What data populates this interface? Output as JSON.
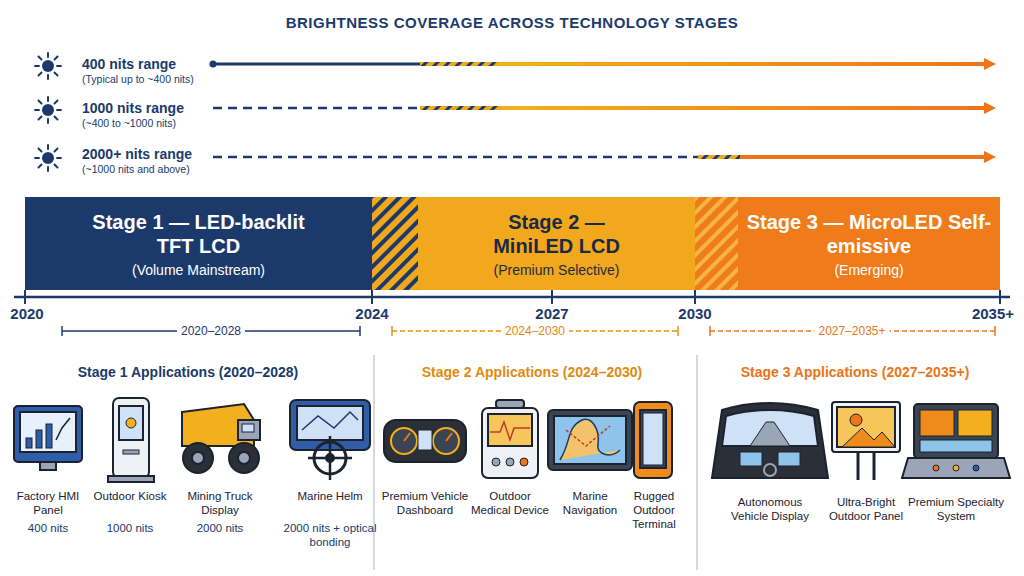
{
  "diagram": {
    "title": "BRIGHTNESS COVERAGE ACROSS TECHNOLOGY STAGES",
    "nodes": [
      {
        "text": [
          "Stage 1 — LED-backlit TFT LCD",
          "(Volume Mainstream)"
        ]
      },
      {
        "text": [
          "Stage 2 — MiniLED LCD",
          "(Premium Selective)"
        ]
      },
      {
        "text": [
          "Stage 3 — MicroLED Self-emissive",
          "(Emerging)"
        ]
      }
    ],
    "labels": [
      "400 nits range",
      "(Typical up to ~400 nits)",
      "1000 nits range",
      "(~400 to ~1000 nits)",
      "2000+ nits range",
      "(~1000 nits and above)",
      "2020",
      "2024",
      "2027",
      "2030",
      "2035+",
      "2020–2028",
      "2024–2030",
      "2027–2035+",
      "Stage 1 Applications (2020–2028)",
      "Stage 2 Applications (2024–2030)",
      "Stage 3 Applications (2027–2035+)",
      "Factory HMI Panel",
      "400 nits",
      "Outdoor Kiosk",
      "1000 nits",
      "Mining Truck Display",
      "2000 nits",
      "Marine Helm",
      "2000 nits + optical bonding",
      "Premium Vehicle Dashboard",
      "Outdoor Medical Device",
      "Marine Navigation",
      "Rugged Outdoor Terminal",
      "Autonomous Vehicle Display",
      "Ultra-Bright Outdoor Panel",
      "Premium Specialty System"
    ]
  }
}
